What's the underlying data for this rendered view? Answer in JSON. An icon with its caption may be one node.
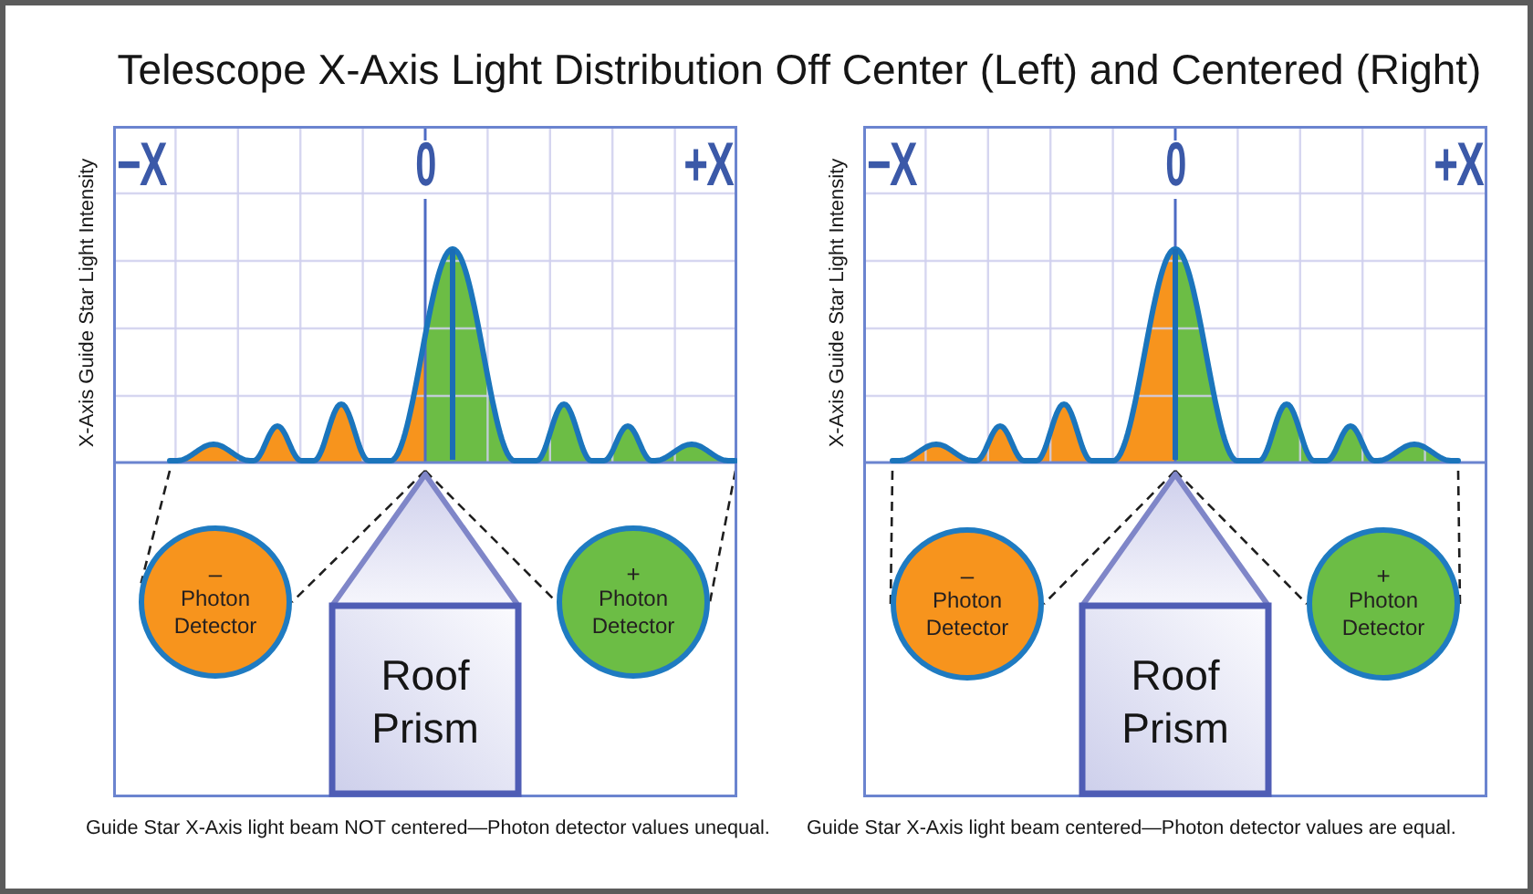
{
  "diagram": {
    "title": "Telescope X-Axis Light Distribution Off Center (Left) and Centered (Right)",
    "nodes": [
      {
        "text": [
          "−X",
          "0",
          "+X"
        ],
        "beside": [
          "X-Axis Guide Star Light Intensity",
          "Guide Star X-Axis light beam NOT centered—Photon detector values unequal."
        ]
      },
      {
        "text": [
          "–",
          "Photon Detector"
        ],
        "in": 0
      },
      {
        "text": [
          "Roof Prism"
        ],
        "in": 0
      },
      {
        "text": [
          "+",
          "Photon Detector"
        ],
        "in": 0
      },
      {
        "text": [
          "−X",
          "0",
          "+X"
        ],
        "beside": [
          "X-Axis Guide Star Light Intensity",
          "Guide Star X-Axis light beam centered—Photon detector values are equal."
        ]
      },
      {
        "text": [
          "–",
          "Photon Detector"
        ],
        "in": 4
      },
      {
        "text": [
          "Roof Prism"
        ],
        "in": 4
      },
      {
        "text": [
          "+",
          "Photon Detector"
        ],
        "in": 4
      }
    ],
    "edges": [
      {
        "from": null,
        "to": 1,
        "arrow": "none",
        "style": "dashed"
      },
      {
        "from": 2,
        "to": 1,
        "arrow": "none",
        "style": "dashed"
      },
      {
        "from": 2,
        "to": 3,
        "arrow": "none",
        "style": "dashed"
      },
      {
        "from": null,
        "to": 3,
        "arrow": "none",
        "style": "dashed"
      },
      {
        "from": null,
        "to": 5,
        "arrow": "none",
        "style": "dashed"
      },
      {
        "from": 6,
        "to": 5,
        "arrow": "none",
        "style": "dashed"
      },
      {
        "from": 6,
        "to": 7,
        "arrow": "none",
        "style": "dashed"
      },
      {
        "from": null,
        "to": 7,
        "arrow": "none",
        "style": "dashed"
      }
    ]
  }
}
